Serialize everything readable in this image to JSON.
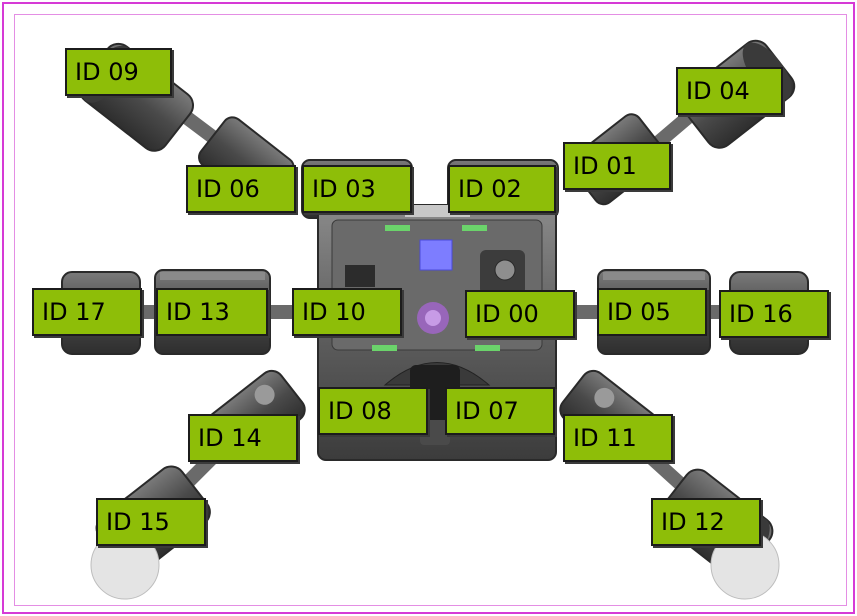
{
  "labels": [
    "ID 09",
    "ID 04",
    "ID 06",
    "ID 03",
    "ID 02",
    "ID 01",
    "ID 17",
    "ID 13",
    "ID 10",
    "ID 00",
    "ID 05",
    "ID 16",
    "ID 08",
    "ID 07",
    "ID 14",
    "ID 11",
    "ID 15",
    "ID 12"
  ],
  "colors": {
    "label_fill": "#8ebe08",
    "frame_border": "#d63ad6",
    "robot_body": "#5a5a5a"
  }
}
